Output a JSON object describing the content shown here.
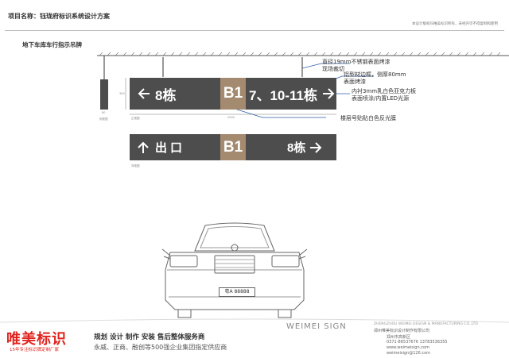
{
  "header": {
    "title": "项目名称：钰珑府标识系统设计方案",
    "copyright_note": "本设计版权归唯美标识所有，未经许可不得复制和使用"
  },
  "section_title": "地下车库车行指示吊牌",
  "sign1": {
    "left_text": "8栋",
    "center_code": "B1",
    "right_text": "7、10-11栋"
  },
  "sign2": {
    "left_text": "出口",
    "center_code": "B1",
    "right_text": "8栋"
  },
  "annotations": [
    "直径19mm不锈钢表面烤漆",
    "现场裁切",
    "铝型材边框，侧厚80mm",
    "表面烤漆",
    "内衬3mm乳白色亚克力板",
    "表面喷涂/内置LED光源",
    "楼层号贴贴白色反光膜"
  ],
  "dimensions": {
    "height": "300",
    "width": "2000",
    "depth": "80"
  },
  "view_labels": {
    "side": "侧视图",
    "front": "正视图",
    "back": "背视图"
  },
  "car": {
    "plate": "粤A 88888"
  },
  "footer": {
    "brand": "唯美标识",
    "brand_sub": "15年专注标识牌定制厂家",
    "services": "规划 设计 制作 安装 售后整体服务商",
    "clients": "永威、正商、融创等500强企业集团指定供应商",
    "watermark": "WEIMEI SIGN",
    "company_en": "ZHENGZHOU WEIMEI DESIGN & MANUFACTURING CO.,LTD",
    "company_cn": "郑州唯美标识设计制作有限公司",
    "address": "郑州市高新区",
    "phone": "0371-86537676  13783536355",
    "website": "www.weimeisign.com",
    "email": "weimeisign@126.com"
  },
  "colors": {
    "sign_panel": "#4d4d4d",
    "floor_badge": "#a48a6f",
    "brand_red": "#e0231e",
    "leader_blue": "#2f5ba8"
  }
}
